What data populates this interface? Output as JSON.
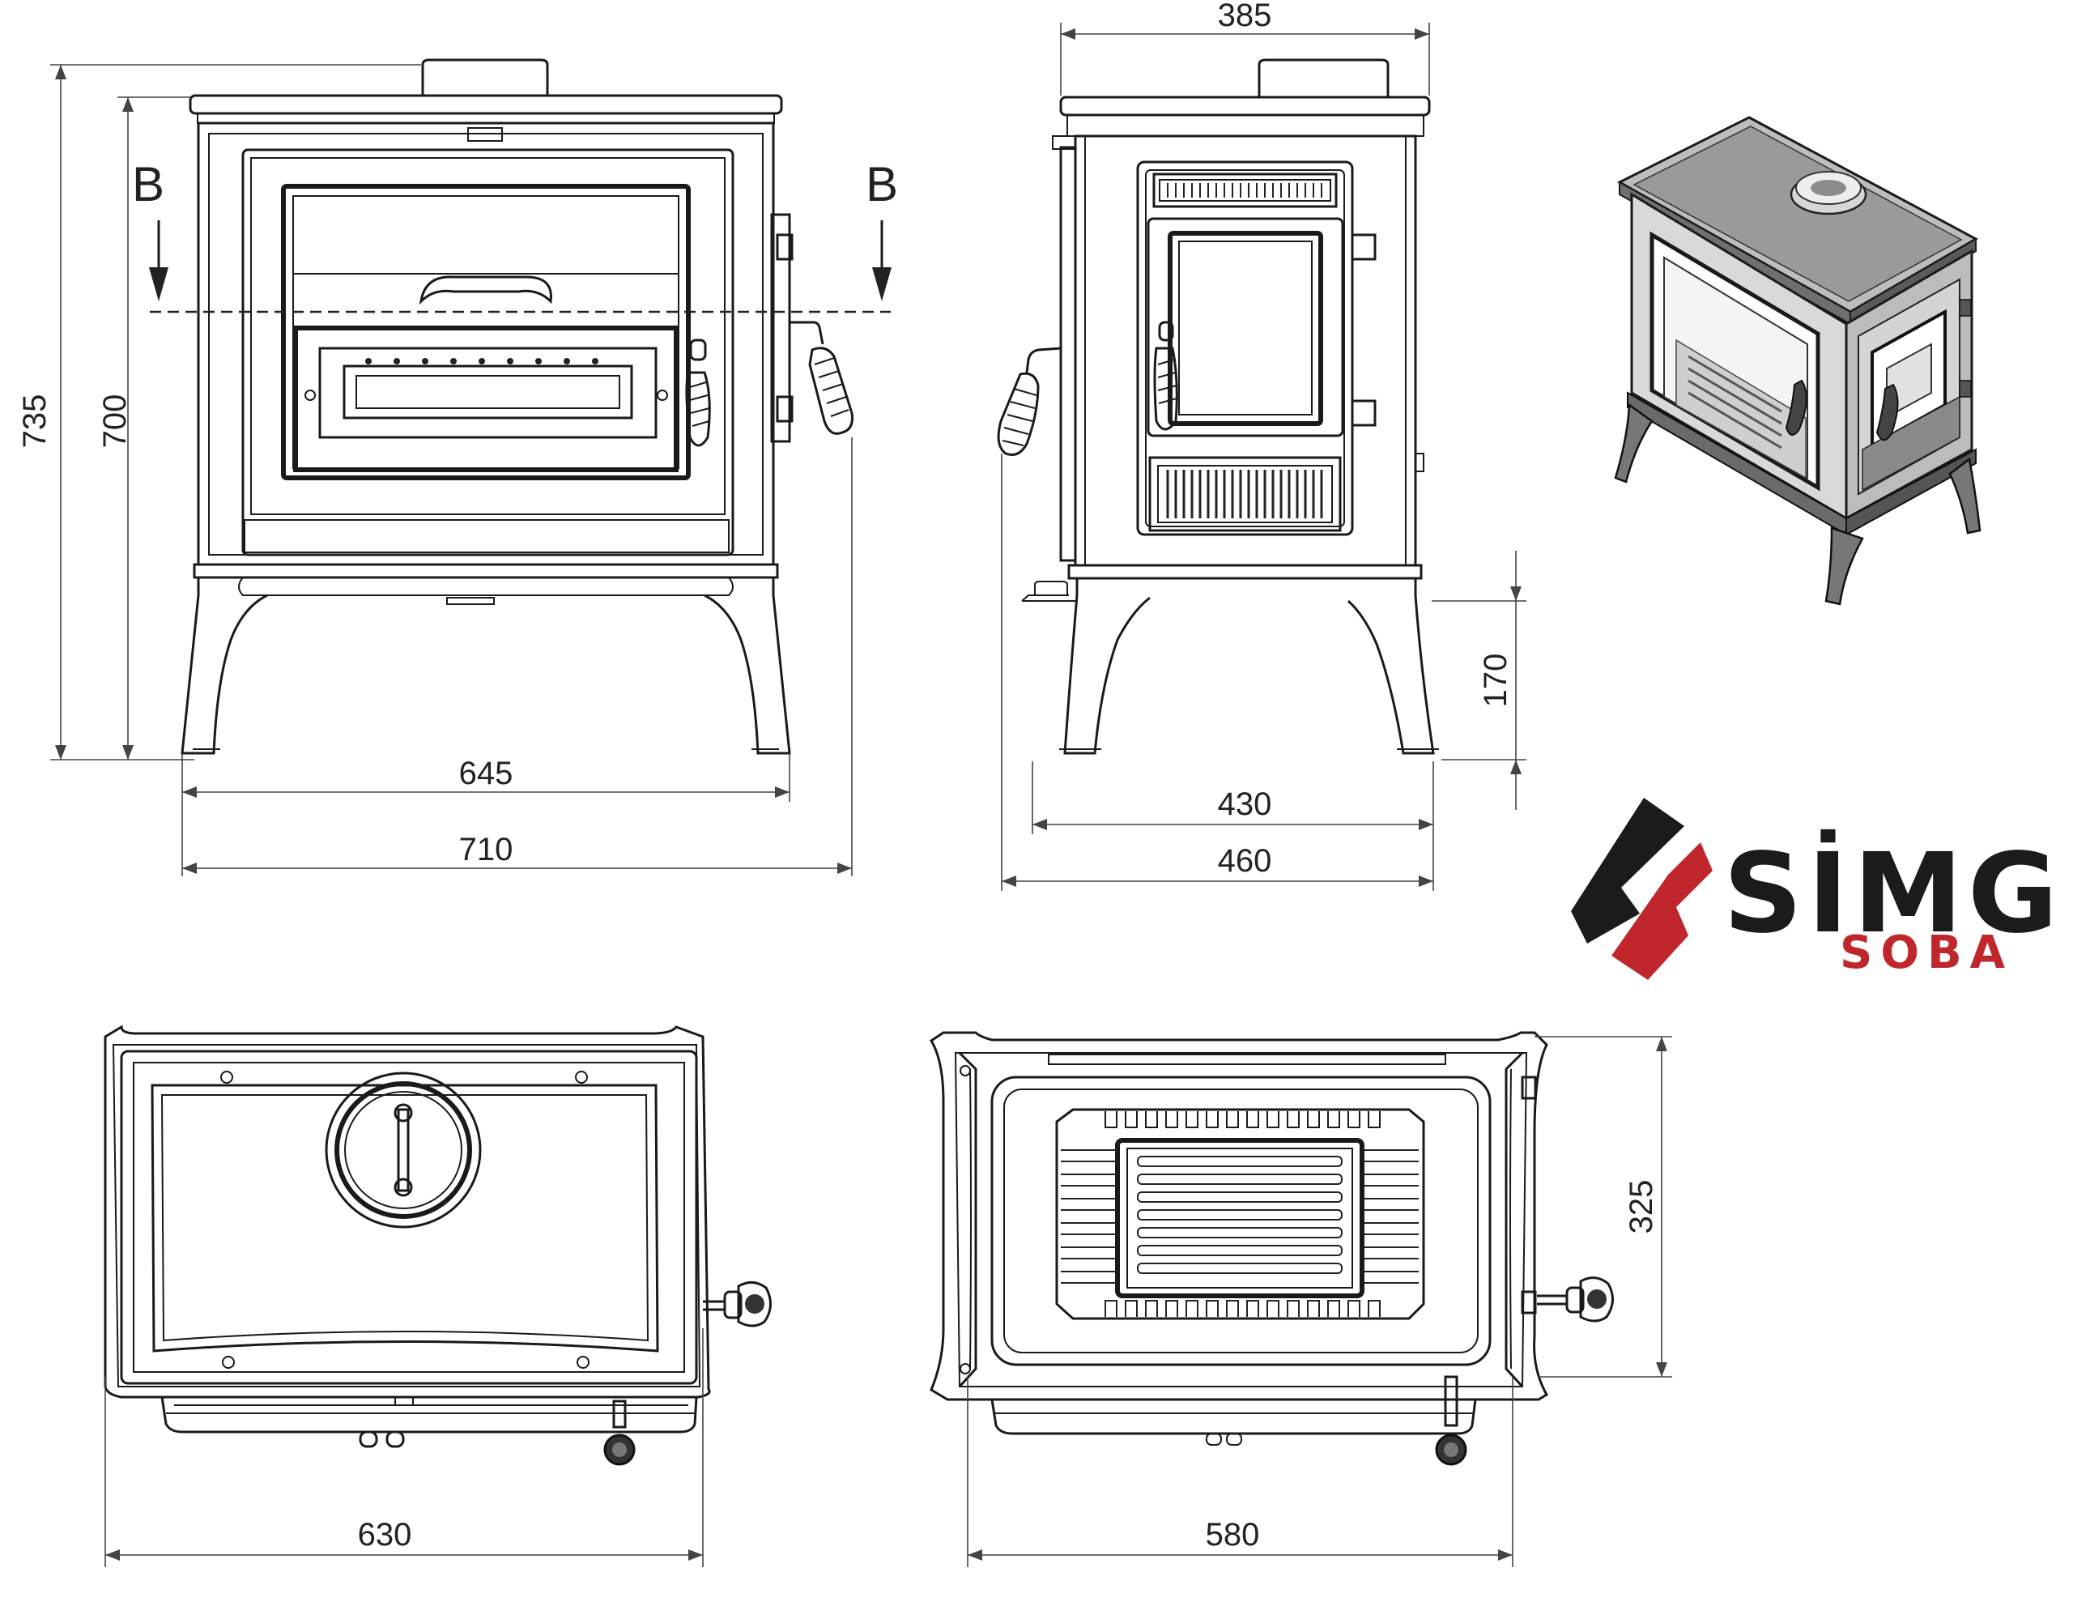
{
  "dimensions": {
    "front_height_total": "735",
    "front_height_body": "700",
    "front_width_body": "645",
    "front_width_total": "710",
    "side_top_width": "385",
    "side_leg_height": "170",
    "side_width_body": "430",
    "side_width_total": "460",
    "top_width": "630",
    "plan_width": "580",
    "plan_depth": "325"
  },
  "section_marks": {
    "left": "B",
    "right": "B"
  },
  "brand": {
    "name": "SİMGE",
    "sub": "SOBA",
    "colors": {
      "dark": "#1b1b1b",
      "red": "#c0272d"
    }
  }
}
